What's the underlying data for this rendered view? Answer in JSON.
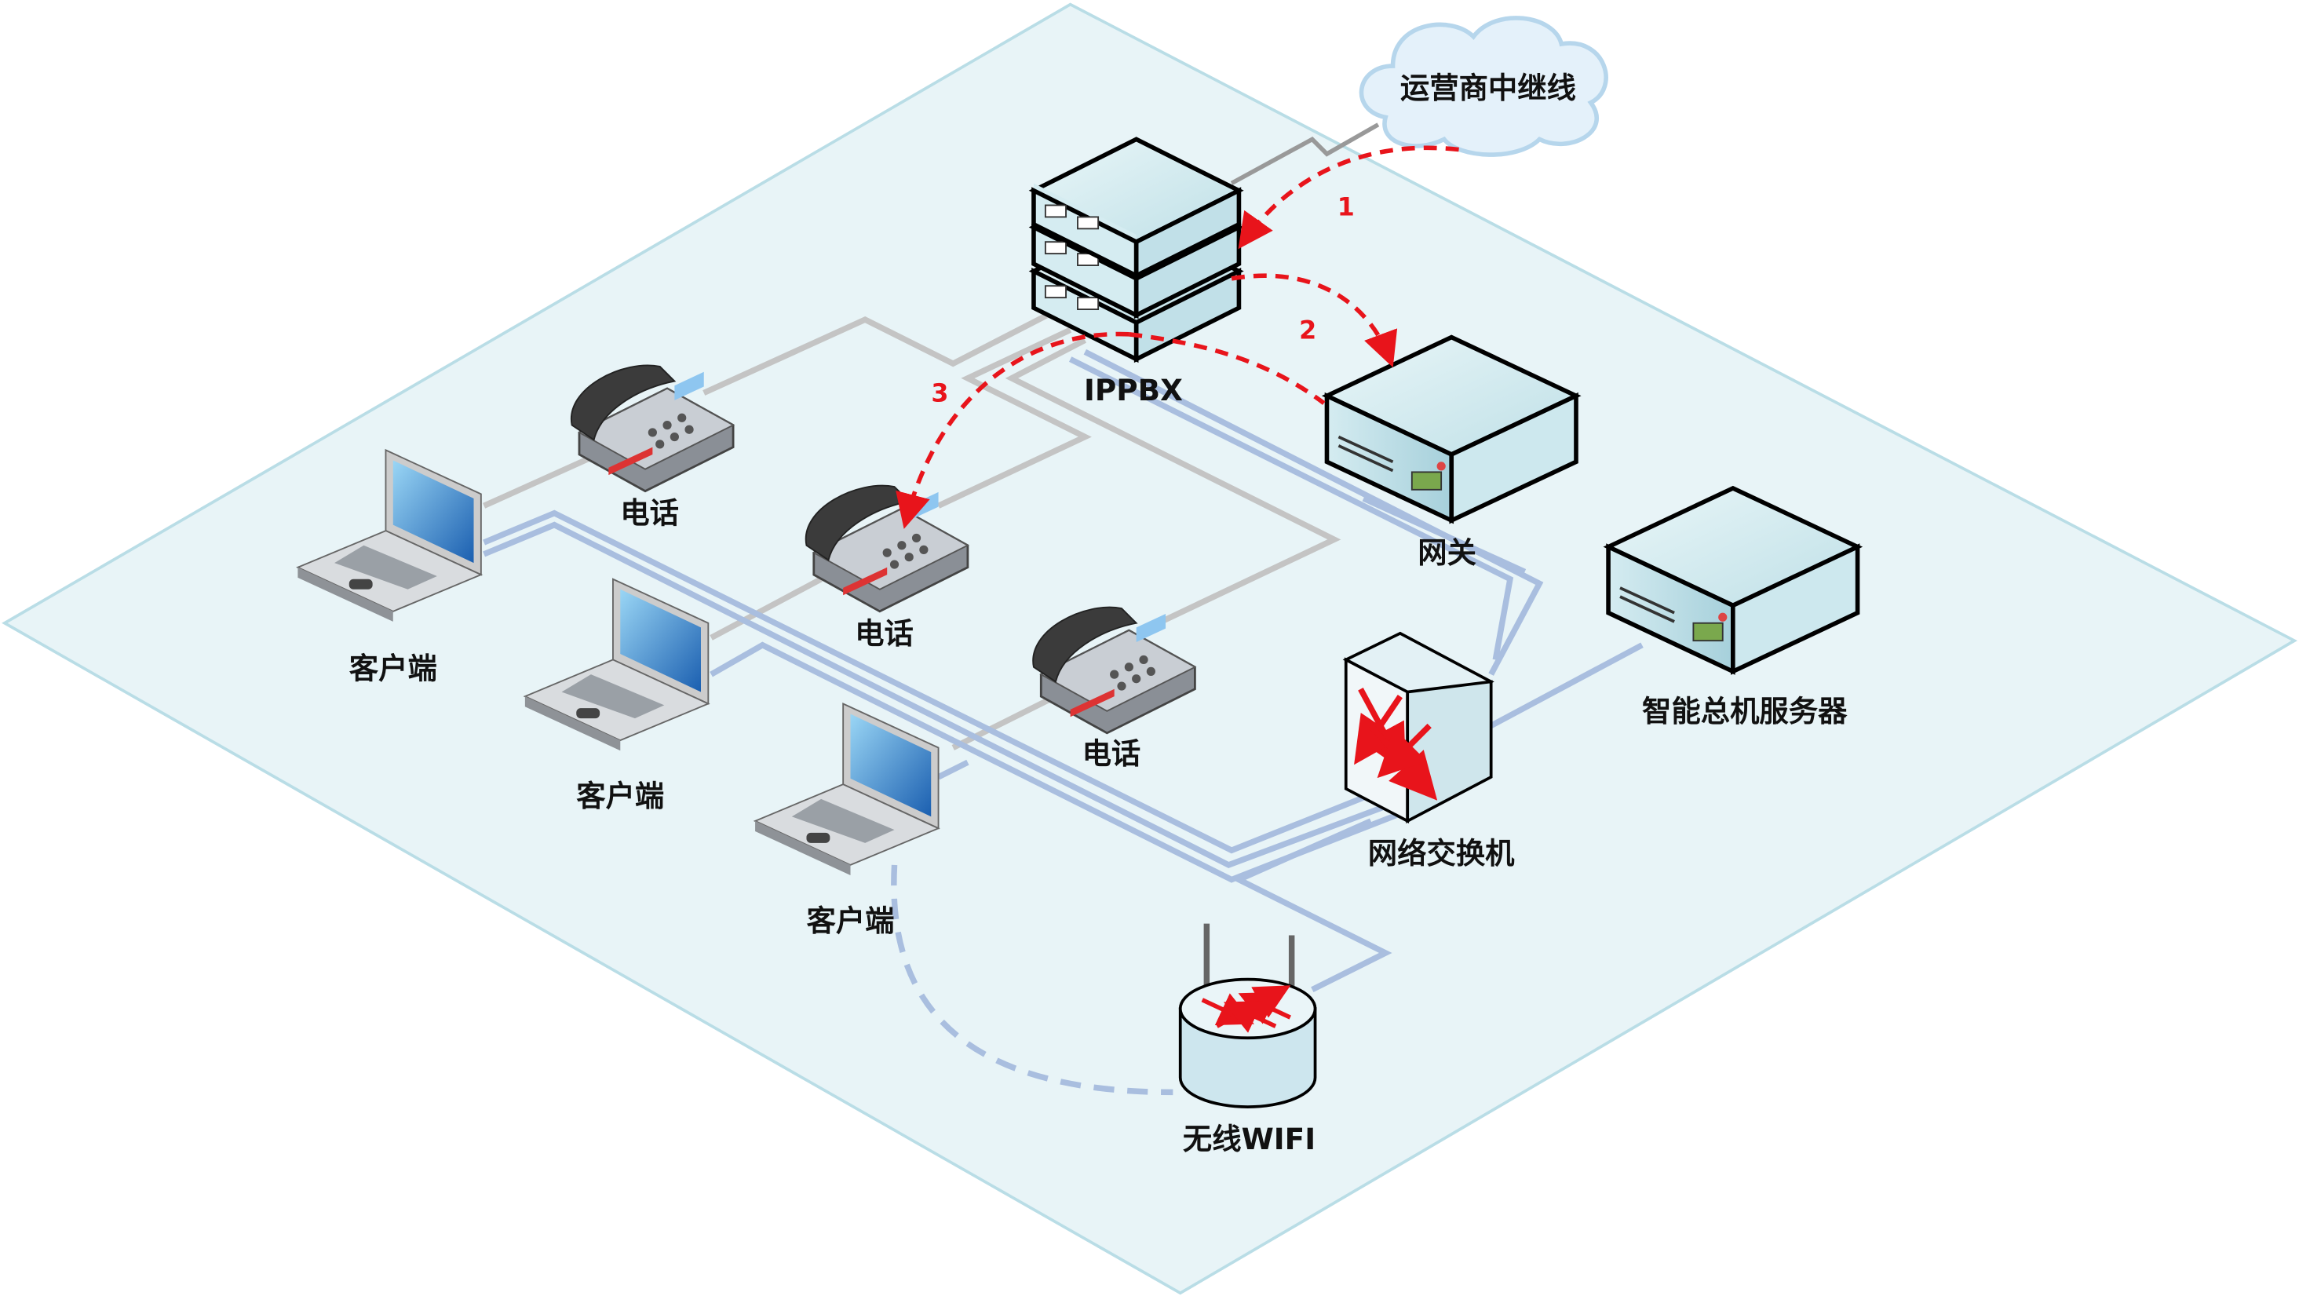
{
  "title": "",
  "colors": {
    "plane": "#e8f4f7",
    "plane_border": "#b9dde6",
    "network_line": "#a9bedf",
    "phone_line": "#c4c4c4",
    "signal_arrow": "#e8141b"
  },
  "nodes": {
    "trunk": {
      "label": "运营商中继线",
      "icon": "cloud-icon"
    },
    "ippbx": {
      "label": "IPPBX",
      "icon": "server-stack-icon"
    },
    "gateway": {
      "label": "网关",
      "icon": "gateway-icon"
    },
    "server": {
      "label": "智能总机服务器",
      "icon": "server-icon"
    },
    "switch": {
      "label": "网络交换机",
      "icon": "switch-icon"
    },
    "wifi": {
      "label": "无线WIFI",
      "icon": "router-icon"
    },
    "phones": [
      {
        "label": "电话"
      },
      {
        "label": "电话"
      },
      {
        "label": "电话"
      }
    ],
    "clients": [
      {
        "label": "客户端"
      },
      {
        "label": "客户端"
      },
      {
        "label": "客户端"
      }
    ]
  },
  "flow_steps": [
    "1",
    "2",
    "3"
  ]
}
